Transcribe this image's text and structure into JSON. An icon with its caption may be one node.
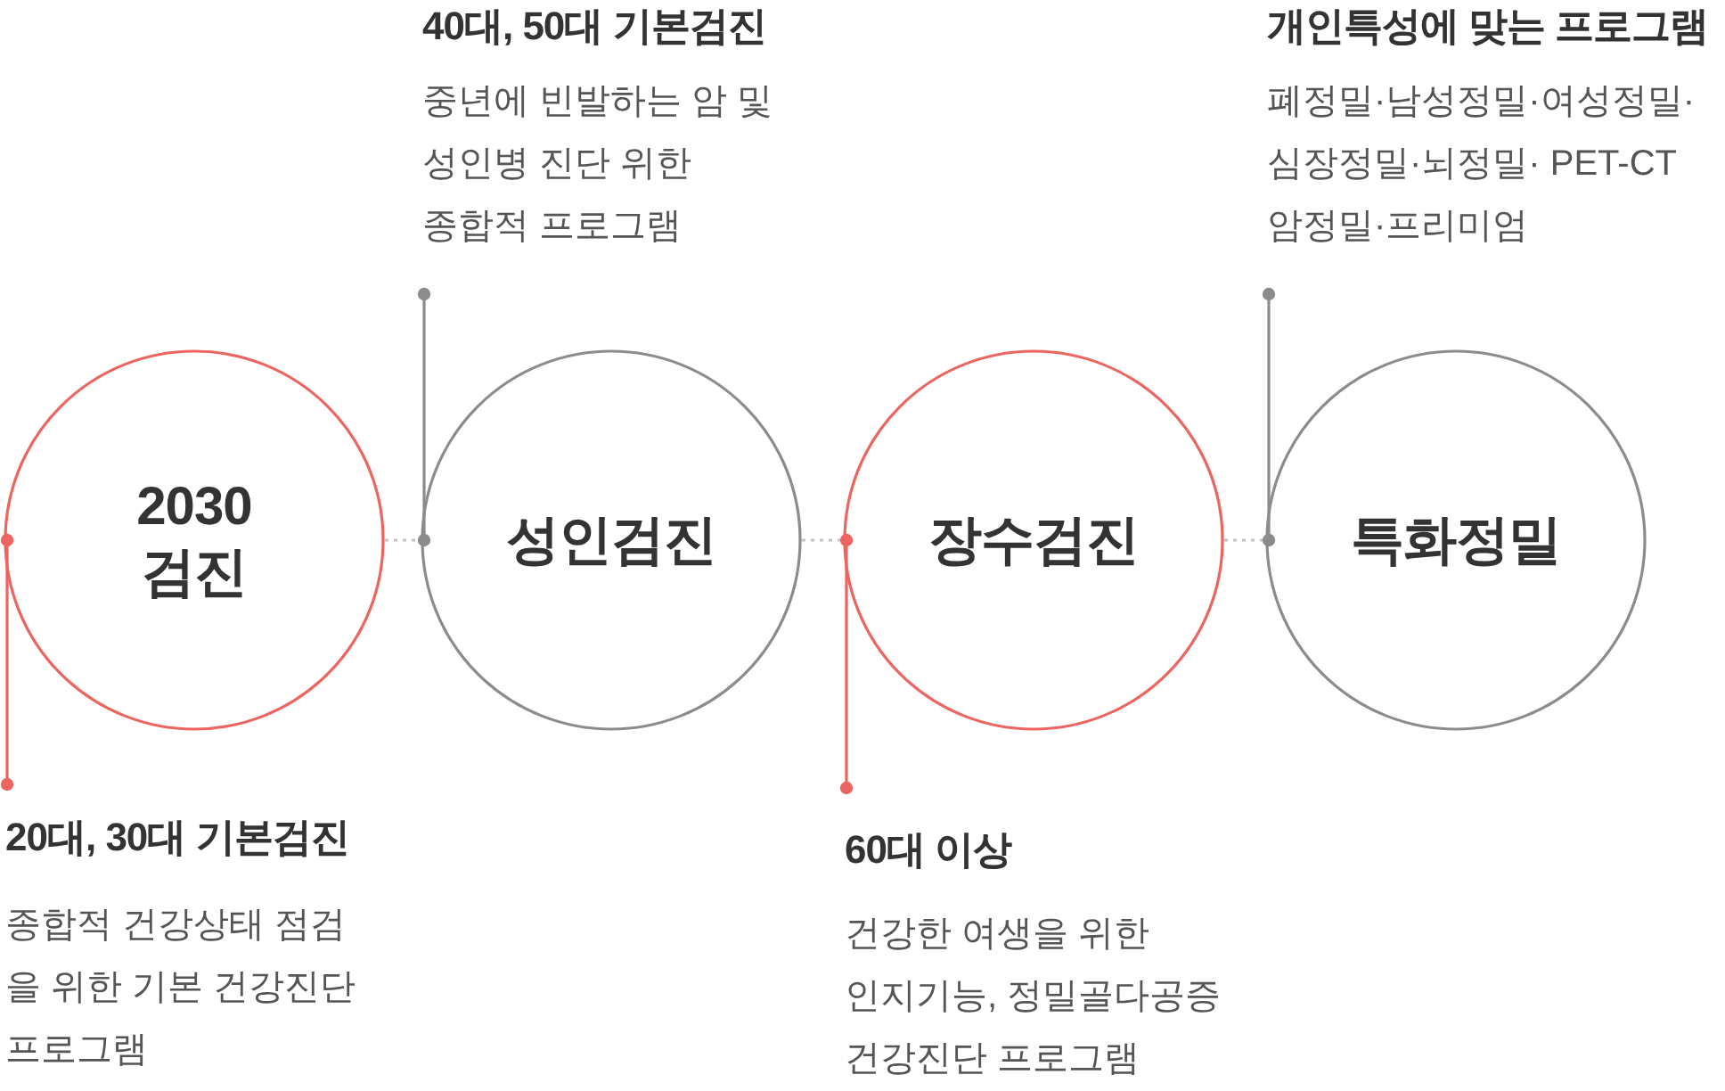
{
  "diagram": {
    "nodes": [
      {
        "text": [
          "2030 검진"
        ]
      },
      {
        "text": [
          "성인검진"
        ]
      },
      {
        "text": [
          "장수검진"
        ]
      },
      {
        "text": [
          "특화정밀"
        ]
      },
      {
        "text": [
          "20대, 30대 기본검진",
          "종합적 건강상태 점검을 위한 기본 건강진단 프로그램"
        ]
      },
      {
        "text": [
          "40대, 50대 기본검진",
          "중년에 빈발하는 암 및 성인병 진단 위한 종합적 프로그램"
        ]
      },
      {
        "text": [
          "60대 이상",
          "건강한 여생을 위한 인지기능, 정밀골다공증 건강진단 프로그램"
        ]
      },
      {
        "text": [
          "개인특성에 맞는 프로그램",
          "폐정밀·남성정밀·여성정밀· 심장정밀·뇌정밀· PET-CT 암정밀·프리미엄"
        ]
      }
    ],
    "edges": [
      {
        "from": 0,
        "to": 1,
        "arrow": "none",
        "style": "dashed"
      },
      {
        "from": 1,
        "to": 2,
        "arrow": "none",
        "style": "dashed"
      },
      {
        "from": 2,
        "to": 3,
        "arrow": "none",
        "style": "dashed"
      },
      {
        "from": 4,
        "to": 0,
        "arrow": "other",
        "color": "#ec6560"
      },
      {
        "from": 5,
        "to": 1,
        "arrow": "other",
        "color": "#8c8c8c"
      },
      {
        "from": 6,
        "to": 2,
        "arrow": "other",
        "color": "#ec6560"
      },
      {
        "from": 7,
        "to": 3,
        "arrow": "other",
        "color": "#8c8c8c"
      }
    ]
  }
}
